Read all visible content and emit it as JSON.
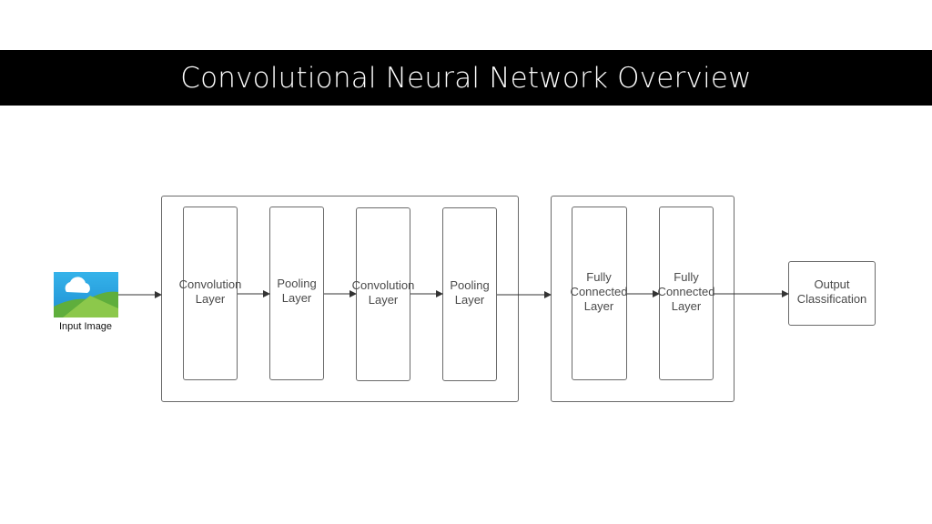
{
  "title": "Convolutional Neural Network Overview",
  "input": {
    "label": "Input Image",
    "icon": "landscape-image-icon"
  },
  "layers": [
    {
      "label": "Convolution\nLayer"
    },
    {
      "label": "Pooling\nLayer"
    },
    {
      "label": "Convolution\nLayer"
    },
    {
      "label": "Pooling\nLayer"
    },
    {
      "label": "Fully\nConnected\nLayer"
    },
    {
      "label": "Fully\nConnected\nLayer"
    }
  ],
  "output": {
    "label": "Output\nClassification"
  },
  "colors": {
    "title_bar": "#000000",
    "stroke": "#6a6a6a",
    "icon_sky": "#2ea0de",
    "icon_hill": "#7cc242"
  }
}
